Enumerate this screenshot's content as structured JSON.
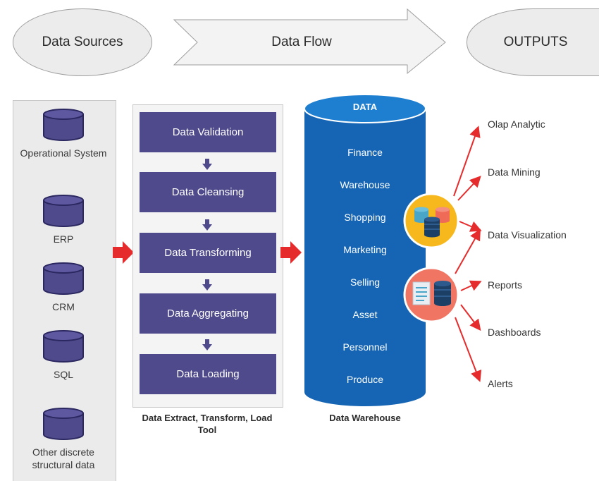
{
  "header": {
    "sources_label": "Data Sources",
    "flow_label": "Data Flow",
    "outputs_label": "OUTPUTS"
  },
  "sources": [
    {
      "label": "Operational System"
    },
    {
      "label": "ERP"
    },
    {
      "label": "CRM"
    },
    {
      "label": "SQL"
    },
    {
      "label": "Other discrete structural data"
    }
  ],
  "etl": {
    "steps": [
      "Data Validation",
      "Data Cleansing",
      "Data Transforming",
      "Data Aggregating",
      "Data Loading"
    ],
    "caption": "Data Extract, Transform, Load Tool"
  },
  "warehouse": {
    "top_label": "DATA",
    "items": [
      "Finance",
      "Warehouse",
      "Shopping",
      "Marketing",
      "Selling",
      "Asset",
      "Personnel",
      "Produce"
    ],
    "caption": "Data Warehouse"
  },
  "outputs": [
    "Olap Analytic",
    "Data Mining",
    "Data Visualization",
    "Reports",
    "Dashboards",
    "Alerts"
  ],
  "colors": {
    "etl_box": "#4f4a8b",
    "cylinder_purple": "#4f4a8b",
    "warehouse_blue": "#1565b4",
    "arrow_red": "#e52b2b",
    "hub_yellow": "#f6b81c",
    "hub_salmon": "#f07563"
  }
}
